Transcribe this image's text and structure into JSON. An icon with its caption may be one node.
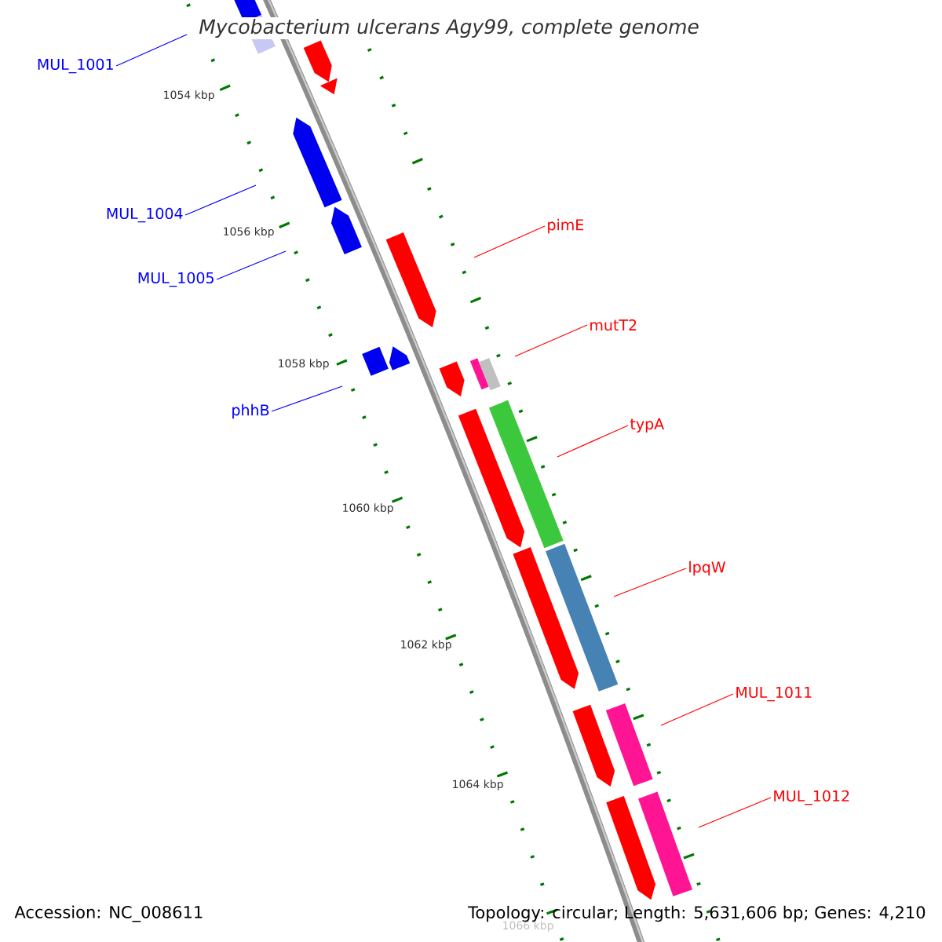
{
  "diagram": {
    "title": "Mycobacterium ulcerans Agy99, complete genome",
    "nodes": [
      {
        "text": [
          "MUL_1001"
        ]
      },
      {
        "text": [
          "MUL_1004"
        ]
      },
      {
        "text": [
          "MUL_1005"
        ]
      },
      {
        "text": [
          "phhB"
        ]
      },
      {
        "text": [
          "pimE"
        ]
      },
      {
        "text": [
          "mutT2"
        ]
      },
      {
        "text": [
          "typA"
        ]
      },
      {
        "text": [
          "lpqW"
        ]
      },
      {
        "text": [
          "MUL_1011"
        ]
      },
      {
        "text": [
          "MUL_1012"
        ]
      }
    ],
    "edges": [
      {
        "from": 0,
        "to": null,
        "arrow": "none",
        "color": "#0000ff"
      },
      {
        "from": 1,
        "to": null,
        "arrow": "none",
        "color": "#0000ff"
      },
      {
        "from": 2,
        "to": null,
        "arrow": "none",
        "color": "#0000ff"
      },
      {
        "from": 3,
        "to": null,
        "arrow": "none",
        "color": "#0000ff"
      },
      {
        "from": 4,
        "to": null,
        "arrow": "none"
      },
      {
        "from": 5,
        "to": null,
        "arrow": "none"
      },
      {
        "from": 6,
        "to": null,
        "arrow": "none"
      },
      {
        "from": 7,
        "to": null,
        "arrow": "none"
      },
      {
        "from": 8,
        "to": null,
        "arrow": "none"
      },
      {
        "from": 9,
        "to": null,
        "arrow": "none"
      }
    ],
    "labels": [
      "1054 kbp",
      "1056 kbp",
      "1058 kbp",
      "1060 kbp",
      "1062 kbp",
      "1064 kbp",
      "1066 kbp",
      "Accession: NC_008611",
      "Topology: circular; Length: 5,631,606 bp; Genes: 4,210"
    ]
  }
}
